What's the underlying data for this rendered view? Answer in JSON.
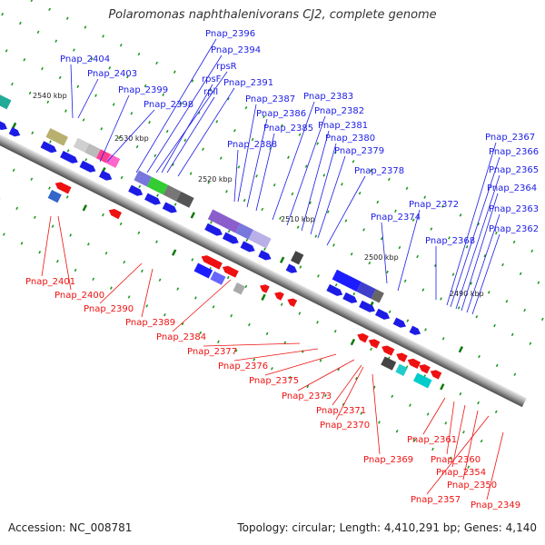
{
  "title": "Polaromonas naphthalenivorans CJ2, complete genome",
  "footer": {
    "accession": "Accession: NC_008781",
    "info": "Topology: circular; Length: 4,410,291 bp; Genes: 4,140"
  },
  "colors": {
    "forward": "#1c1ce6",
    "reverse": "#ee1111",
    "backbone": "#999999",
    "tick_major": "#0e7a0e",
    "tick_minor": "#1f9a1f"
  },
  "kbp_labels": [
    "2540 kbp",
    "2530 kbp",
    "2520 kbp",
    "2510 kbp",
    "2500 kbp",
    "2490 kbp"
  ],
  "forward_genes": [
    "Pnap_2404",
    "Pnap_2403",
    "Pnap_2399",
    "Pnap_2398",
    "Pnap_2396",
    "Pnap_2394",
    "rpsR",
    "rpsF",
    "rplI",
    "Pnap_2391",
    "Pnap_2388",
    "Pnap_2387",
    "Pnap_2386",
    "Pnap_2385",
    "Pnap_2383",
    "Pnap_2382",
    "Pnap_2381",
    "Pnap_2380",
    "Pnap_2379",
    "Pnap_2378",
    "Pnap_2374",
    "Pnap_2372",
    "Pnap_2368",
    "Pnap_2367",
    "Pnap_2366",
    "Pnap_2365",
    "Pnap_2364",
    "Pnap_2363",
    "Pnap_2362"
  ],
  "reverse_genes": [
    "Pnap_2401",
    "Pnap_2400",
    "Pnap_2390",
    "Pnap_2389",
    "Pnap_2384",
    "Pnap_2377",
    "Pnap_2376",
    "Pnap_2375",
    "Pnap_2373",
    "Pnap_2371",
    "Pnap_2370",
    "Pnap_2369",
    "Pnap_2361",
    "Pnap_2360",
    "Pnap_2354",
    "Pnap_2350",
    "Pnap_2357",
    "Pnap_2349"
  ]
}
